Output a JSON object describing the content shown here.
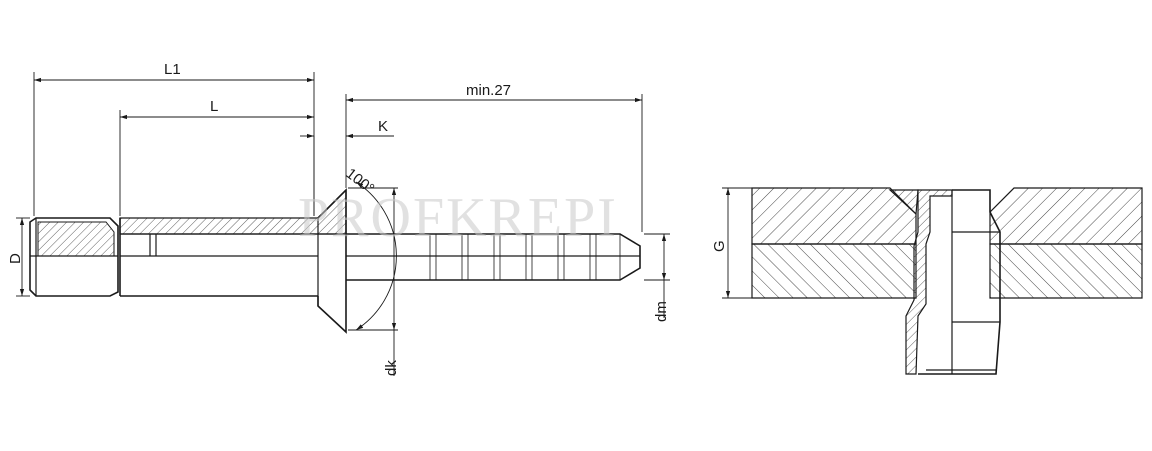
{
  "labels": {
    "l1": "L1",
    "l": "L",
    "min27": "min.27",
    "k": "K",
    "angle": "100°",
    "d": "D",
    "dm": "dm",
    "dk": "dk",
    "g": "G"
  },
  "watermark": "PROFKREPI",
  "colors": {
    "line": "#1a1a1a",
    "watermark": "#c8c8c8",
    "background": "#ffffff"
  }
}
